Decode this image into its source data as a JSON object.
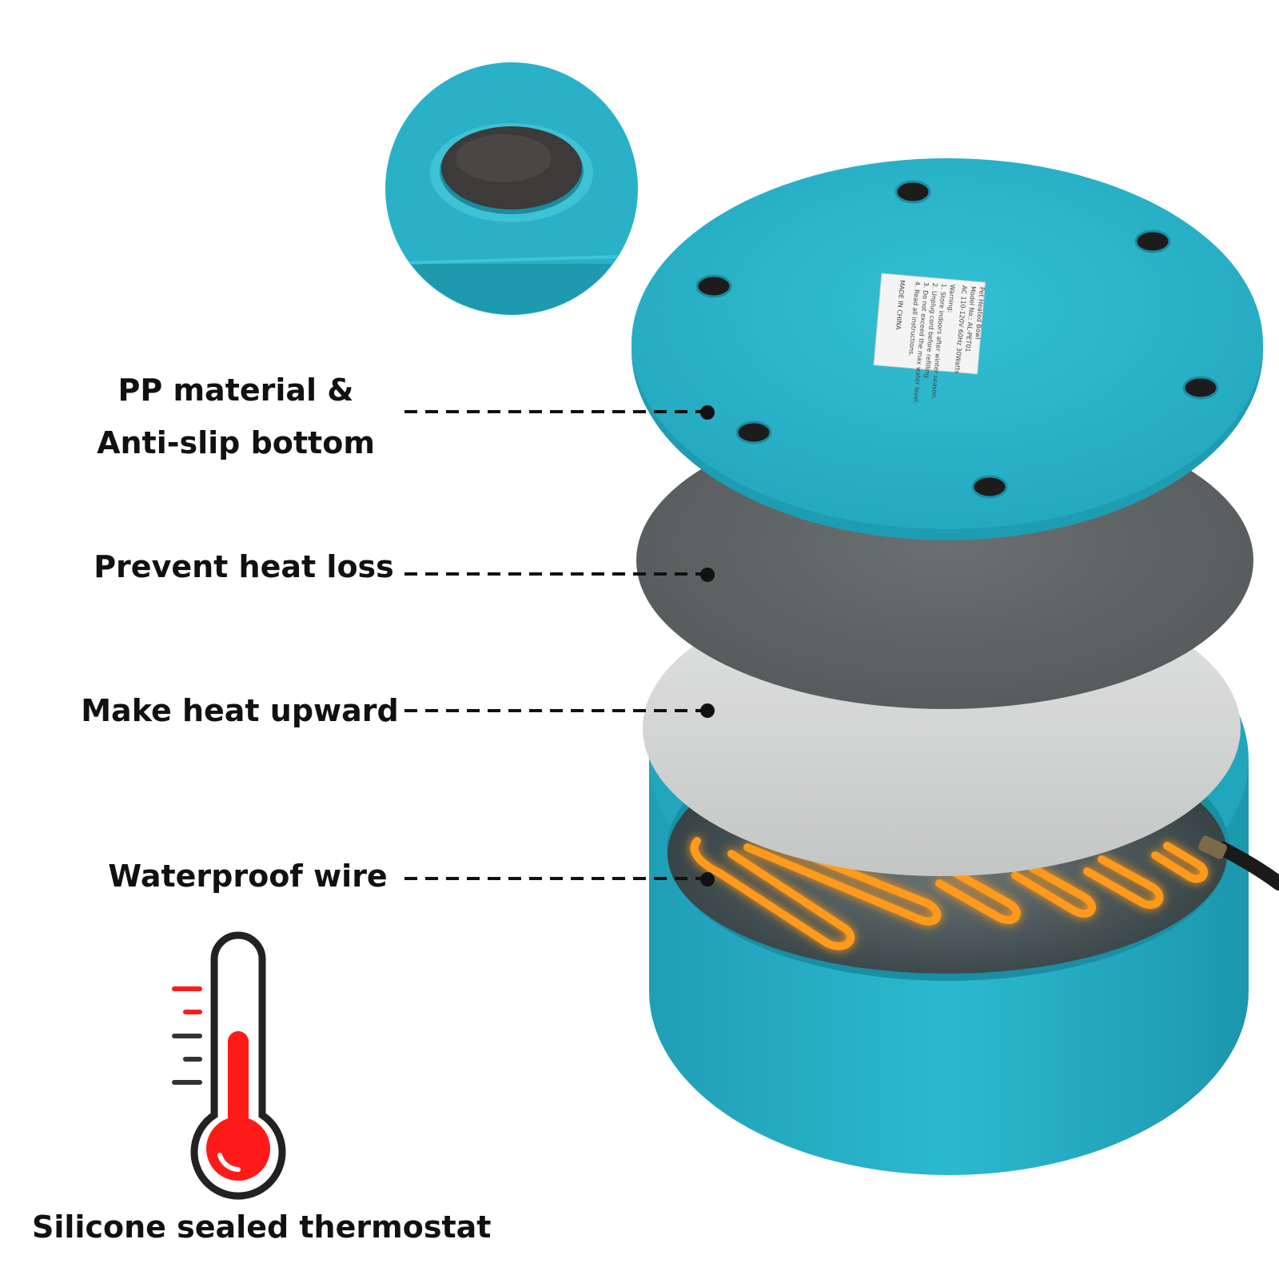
{
  "labels": {
    "pp_material_line1": "PP material &",
    "pp_material_line2": "Anti-slip bottom",
    "prevent_heat_loss": "Prevent heat loss",
    "make_heat_upward": "Make heat upward",
    "waterproof_wire": "Waterproof wire",
    "thermostat": "Silicone sealed thermostat"
  },
  "product_label": {
    "lines": [
      "Pet Heated Bowl",
      "Model No.: AL-PET01",
      "AC 110-120V 60Hz 30Watts",
      "Warning:",
      "1. Store indoors after winter season.",
      "2. Unplug cord before refilling.",
      "3. Do not exceed the max water level.",
      "4. Read all instructions.",
      "MADE IN CHINA"
    ]
  },
  "colors": {
    "teal": "#2ab1c8",
    "teal_dark": "#1e9cb2",
    "foam": "#5d6263",
    "reflector": "#d2d3d3",
    "heater": "#ff9a1a",
    "thermo_red": "#ff1a1a",
    "text": "#111111"
  }
}
